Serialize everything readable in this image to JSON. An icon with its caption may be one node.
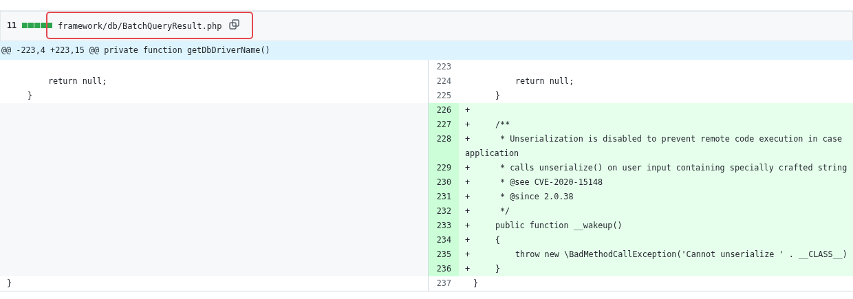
{
  "diagram": {
    "nodes": [
      {
        "text": [
          "framework/db/BatchQueryResult.php"
        ]
      }
    ],
    "labels": [
      "11",
      "@@ -223,4 +223,15 @@ private function getDbDriverName()",
      "223",
      "return null;",
      "224",
      "return null;",
      "}",
      "225",
      "}",
      "226",
      "+",
      "227",
      "+",
      "/**",
      "228",
      "+",
      "* Unserialization is disabled to prevent remote code execution in case",
      "application",
      "229",
      "+",
      "* calls unserialize() on user input containing specially crafted string",
      "230",
      "+",
      "* @see CVE-2020-15148",
      "231",
      "+",
      "* @since 2.0.38",
      "232",
      "+",
      "*/",
      "233",
      "+",
      "public function __wakeup()",
      "234",
      "+",
      "{",
      "235",
      "+",
      "throw new \\BadMethodCallException('Cannot unserialize ' . __CLASS__)",
      "236",
      "+",
      "}",
      "}",
      "237",
      "}"
    ]
  }
}
